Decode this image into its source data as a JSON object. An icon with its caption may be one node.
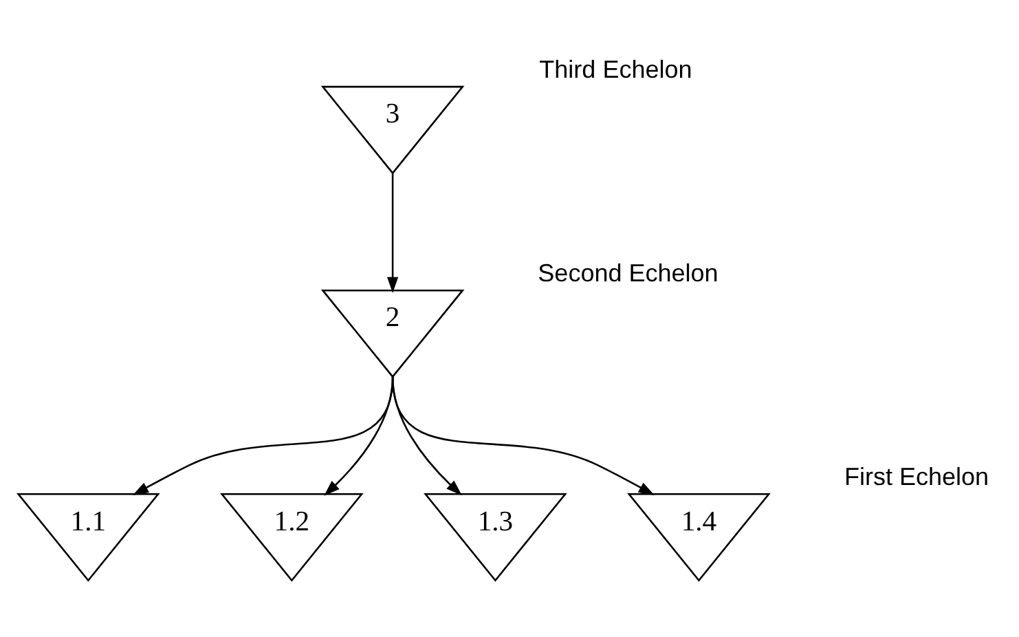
{
  "diagram": {
    "nodes": [
      {
        "text": [
          "3"
        ],
        "beside": [
          "Third Echelon"
        ]
      },
      {
        "text": [
          "2"
        ],
        "beside": [
          "Second Echelon"
        ]
      },
      {
        "text": [
          "1.1"
        ]
      },
      {
        "text": [
          "1.2"
        ]
      },
      {
        "text": [
          "1.3"
        ]
      },
      {
        "text": [
          "1.4"
        ]
      }
    ],
    "edges": [
      {
        "from": 0,
        "to": 1,
        "arrow": "to"
      },
      {
        "from": 1,
        "to": 2,
        "arrow": "to"
      },
      {
        "from": 1,
        "to": 3,
        "arrow": "to"
      },
      {
        "from": 1,
        "to": 4,
        "arrow": "to"
      },
      {
        "from": 1,
        "to": 5,
        "arrow": "to"
      }
    ],
    "labels": [
      "First Echelon"
    ]
  }
}
